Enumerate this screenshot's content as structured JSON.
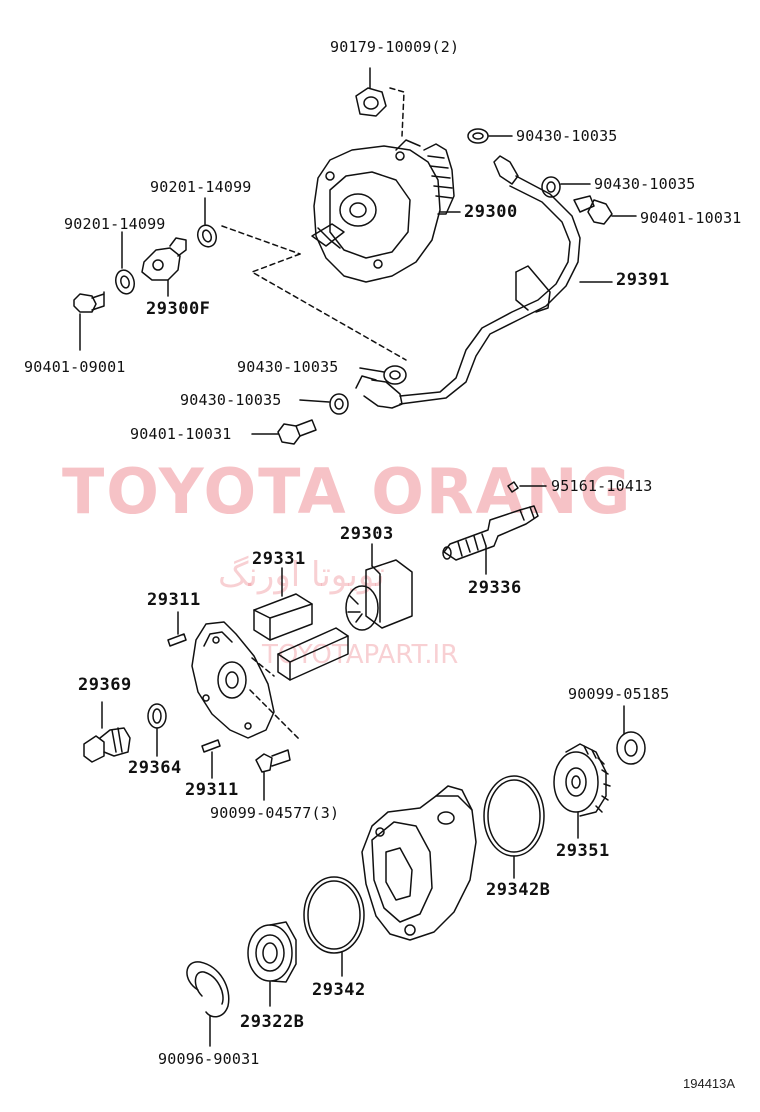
{
  "watermark": {
    "brand": "TOYOTA ORANG",
    "persian": "تویوتا اورنگ",
    "url": "TOYOTAPART.IR"
  },
  "diagram_id": "194413A",
  "parts": {
    "p90179": "90179-10009(2)",
    "p90430_a": "90430-10035",
    "p90430_b": "90430-10035",
    "p90401_10031_r": "90401-10031",
    "p90201_a": "90201-14099",
    "p90201_b": "90201-14099",
    "p29300": "29300",
    "p29391": "29391",
    "p29300F": "29300F",
    "p90401_09001": "90401-09001",
    "p90430_c": "90430-10035",
    "p90430_d": "90430-10035",
    "p90401_10031_l": "90401-10031",
    "p95161": "95161-10413",
    "p29303": "29303",
    "p29331": "29331",
    "p29336": "29336",
    "p29311_a": "29311",
    "p29369": "29369",
    "p29364": "29364",
    "p29311_b": "29311",
    "p90099_04577": "90099-04577(3)",
    "p90099_05185": "90099-05185",
    "p29351": "29351",
    "p29342B": "29342B",
    "p29342": "29342",
    "p29322B": "29322B",
    "p90096": "90096-90031"
  }
}
